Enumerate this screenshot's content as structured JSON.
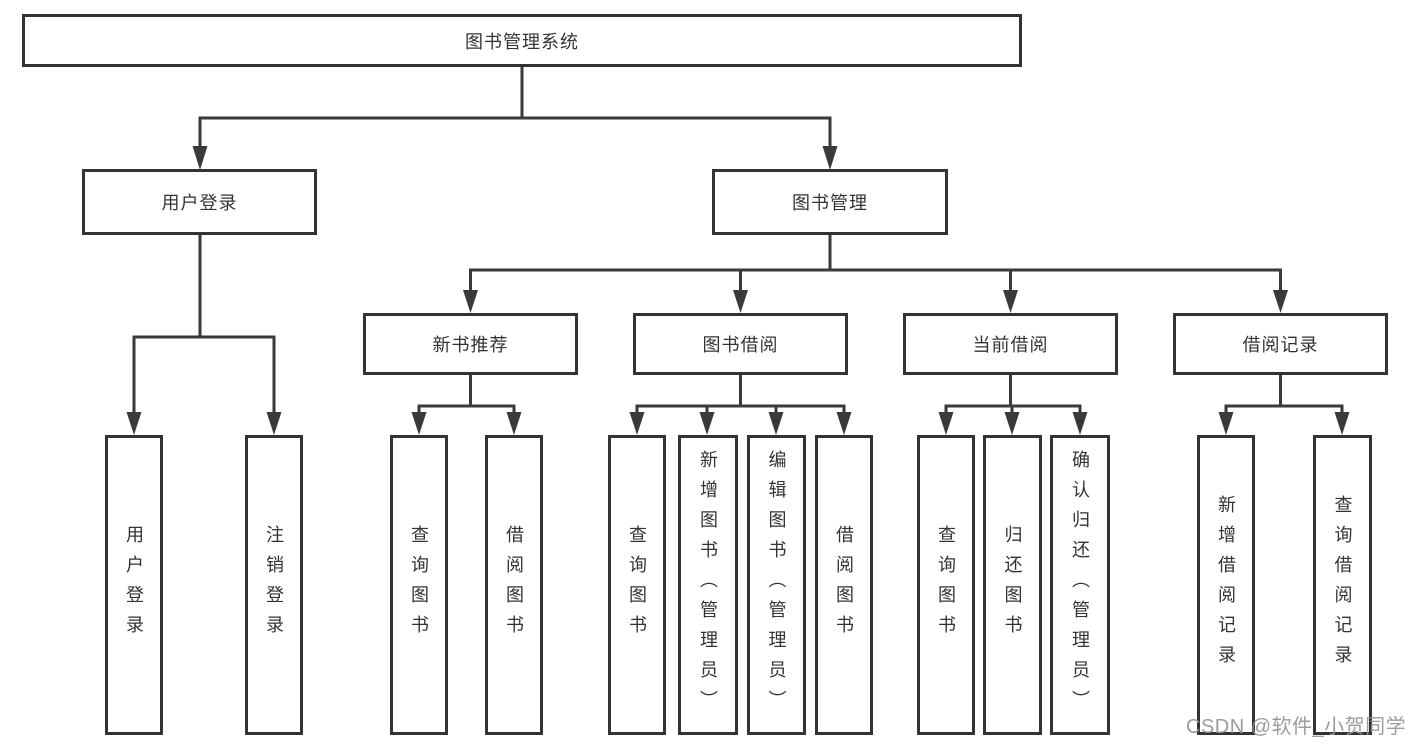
{
  "title": "图书管理系统",
  "watermark": "CSDN @软件_小贺同学",
  "colors": {
    "line": "#3a3a3a",
    "box_border": "#333333",
    "text": "#333333",
    "watermark_text": "#949494",
    "background": "#ffffff"
  },
  "tree": {
    "root": "图书管理系统",
    "children": [
      {
        "label": "用户登录",
        "children": [
          {
            "label": "用户登录"
          },
          {
            "label": "注销登录"
          }
        ]
      },
      {
        "label": "图书管理",
        "children": [
          {
            "label": "新书推荐",
            "children": [
              {
                "label": "查询图书"
              },
              {
                "label": "借阅图书"
              }
            ]
          },
          {
            "label": "图书借阅",
            "children": [
              {
                "label": "查询图书"
              },
              {
                "label": "新增图书（管理员）"
              },
              {
                "label": "编辑图书（管理员）"
              },
              {
                "label": "借阅图书"
              }
            ]
          },
          {
            "label": "当前借阅",
            "children": [
              {
                "label": "查询图书"
              },
              {
                "label": "归还图书"
              },
              {
                "label": "确认归还（管理员）"
              }
            ]
          },
          {
            "label": "借阅记录",
            "children": [
              {
                "label": "新增借阅记录"
              },
              {
                "label": "查询借阅记录"
              }
            ]
          }
        ]
      }
    ]
  }
}
